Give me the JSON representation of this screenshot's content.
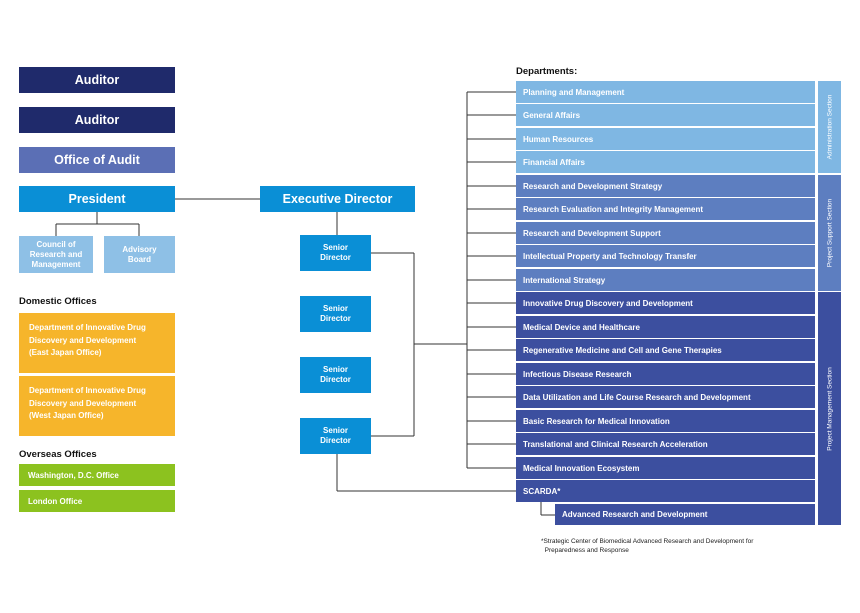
{
  "auditors": [
    "Auditor",
    "Auditor"
  ],
  "office_of_audit": "Office of Audit",
  "president": "President",
  "executive_director": "Executive Director",
  "council": "Council of\nResearch and\nManagement",
  "advisory_board": "Advisory\nBoard",
  "senior_directors": [
    "Senior\nDirector",
    "Senior\nDirector",
    "Senior\nDirector",
    "Senior\nDirector"
  ],
  "domestic_offices": {
    "heading": "Domestic Offices",
    "items": [
      "Department of Innovative Drug\nDiscovery and Development\n(East Japan Office)",
      "Department of Innovative Drug\nDiscovery and Development\n(West Japan Office)"
    ]
  },
  "overseas_offices": {
    "heading": "Overseas Offices",
    "items": [
      "Washington, D.C. Office",
      "London Office"
    ]
  },
  "departments_heading": "Departments:",
  "departments": [
    "Planning and Management",
    "General Affairs",
    "Human Resources",
    "Financial Affairs",
    "Research and Development Strategy",
    "Research Evaluation and Integrity Management",
    "Research and Development Support",
    "Intellectual Property and Technology Transfer",
    "International Strategy",
    "Innovative Drug Discovery and Development",
    "Medical Device and Healthcare",
    "Regenerative Medicine and Cell and Gene Therapies",
    "Infectious Disease Research",
    "Data Utilization and Life Course Research and Development",
    "Basic Research for Medical Innovation",
    "Translational and Clinical Research Acceleration",
    "Medical Innovation Ecosystem",
    "SCARDA*"
  ],
  "sub_department": "Advanced Research and Development",
  "sections": [
    "Administration Section",
    "Project Support Section",
    "Project Management Section"
  ],
  "footnote": "*Strategic Center of Biomedical Advanced Research and Development for\n  Preparedness and Response",
  "colors": {
    "navy": "#1f2a6b",
    "audit": "#5b6fb5",
    "blue": "#0a8fd6",
    "light_blue": "#8ec0e6",
    "admin": "#7fb7e3",
    "support": "#5d7ec0",
    "project_mgmt": "#3c4f9f",
    "domestic": "#f6b52b",
    "overseas": "#8cc21f"
  }
}
